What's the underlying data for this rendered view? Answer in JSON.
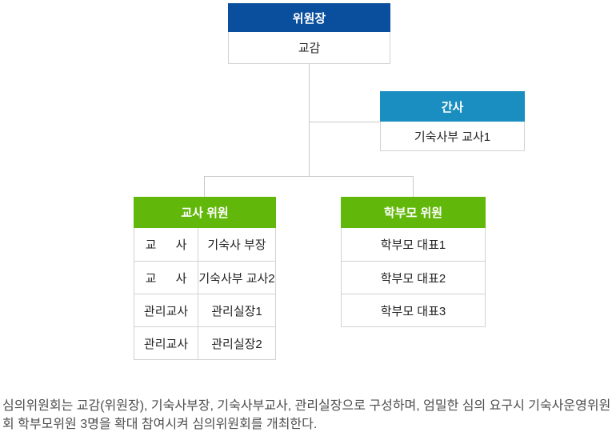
{
  "chart": {
    "chairman": {
      "title": "위원장",
      "name": "교감"
    },
    "secretary": {
      "title": "간사",
      "name": "기숙사부 교사1"
    },
    "teacher_committee": {
      "title": "교사 위원",
      "rows": [
        {
          "role": "교 사",
          "name": "기숙사 부장"
        },
        {
          "role": "교 사",
          "name": "기숙사부 교사2"
        },
        {
          "role": "관리교사",
          "name": "관리실장1"
        },
        {
          "role": "관리교사",
          "name": "관리실장2"
        }
      ]
    },
    "parent_committee": {
      "title": "학부모 위원",
      "rows": [
        "학부모 대표1",
        "학부모 대표2",
        "학부모 대표3"
      ]
    }
  },
  "footnote": "심의위원회는 교감(위원장), 기숙사부장, 기숙사부교사, 관리실장으로 구성하며, 엄밀한 심의 요구시 기숙사운영위원회 학부모위원 3명을 확대 참여시켜 심의위원회를 개최한다.",
  "colors": {
    "primary_blue": "#0a4f9d",
    "secondary_blue": "#1a8ec0",
    "green": "#62b80a",
    "connector_gray": "#c9c9c9",
    "border_gray": "#d2d2d2"
  }
}
